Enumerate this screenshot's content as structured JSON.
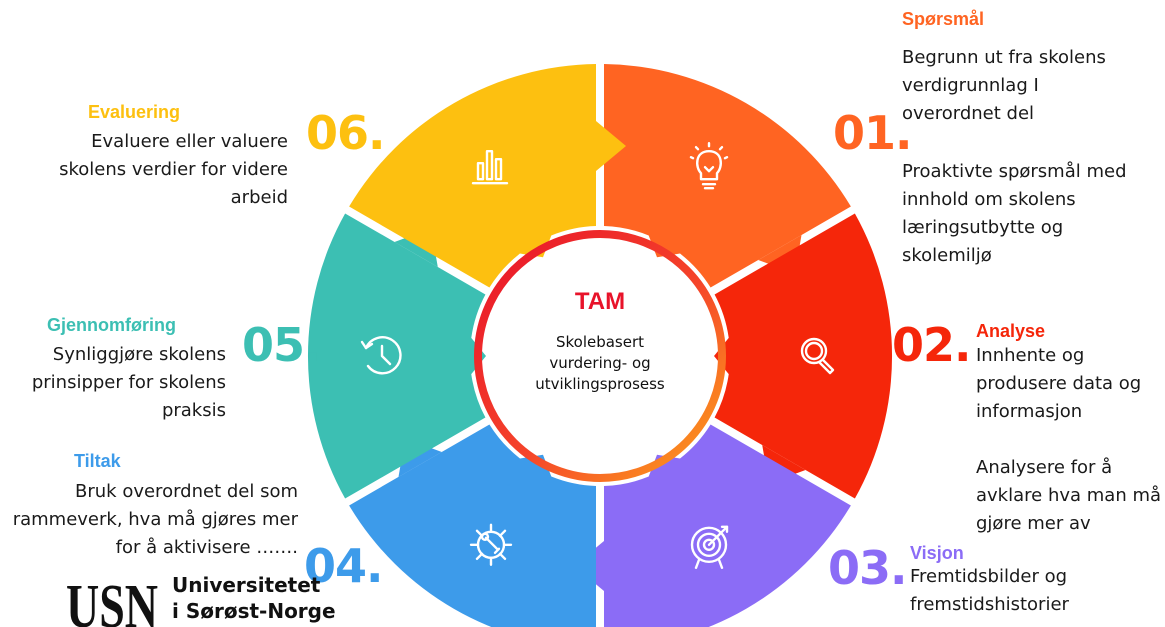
{
  "center": {
    "title": "TAM",
    "subtitle_lines": [
      "Skolebasert",
      "vurdering- og",
      "utviklingsprosess"
    ]
  },
  "steps": [
    {
      "number": "01.",
      "title": "Spørsmål",
      "color": "#FF6422",
      "icon": "lightbulb-icon",
      "paragraphs": [
        [
          "Begrunn ut fra skolens",
          "verdigrunnlag I",
          "overordnet del"
        ],
        [
          "Proaktivte spørsmål med",
          "innhold om skolens",
          "læringsutbytte og",
          "skolemiljø"
        ]
      ]
    },
    {
      "number": "02.",
      "title": "Analyse",
      "color": "#F5260A",
      "icon": "magnifier-icon",
      "paragraphs": [
        [
          "Innhente og",
          "produsere data og",
          "informasjon"
        ],
        [
          "Analysere for å",
          "avklare hva man må",
          "gjøre mer av"
        ]
      ]
    },
    {
      "number": "03.",
      "title": "Visjon",
      "color": "#8B6CF6",
      "icon": "target-icon",
      "paragraphs": [
        [
          "Fremtidsbilder og",
          "fremstidshistorier"
        ]
      ]
    },
    {
      "number": "04.",
      "title": "Tiltak",
      "color": "#3D9BEA",
      "icon": "gear-wrench-icon",
      "paragraphs": [
        [
          "Bruk overordnet del som",
          "rammeverk, hva må gjøres mer",
          "for å aktivisere  ……."
        ]
      ]
    },
    {
      "number": "05.",
      "title": "Gjennomføring",
      "color": "#3CBFB3",
      "icon": "history-clock-icon",
      "paragraphs": [
        [
          "Synliggjøre skolens",
          "prinsipper for skolens",
          "praksis"
        ]
      ]
    },
    {
      "number": "06.",
      "title": "Evaluering",
      "color": "#FDC010",
      "icon": "bar-chart-icon",
      "paragraphs": [
        [
          "Evaluere eller valuere",
          "skolens verdier for videre",
          "arbeid"
        ]
      ]
    }
  ],
  "logo": {
    "mark": "USN",
    "lines": [
      "Universitetet",
      "i Sørøst-Norge"
    ]
  }
}
